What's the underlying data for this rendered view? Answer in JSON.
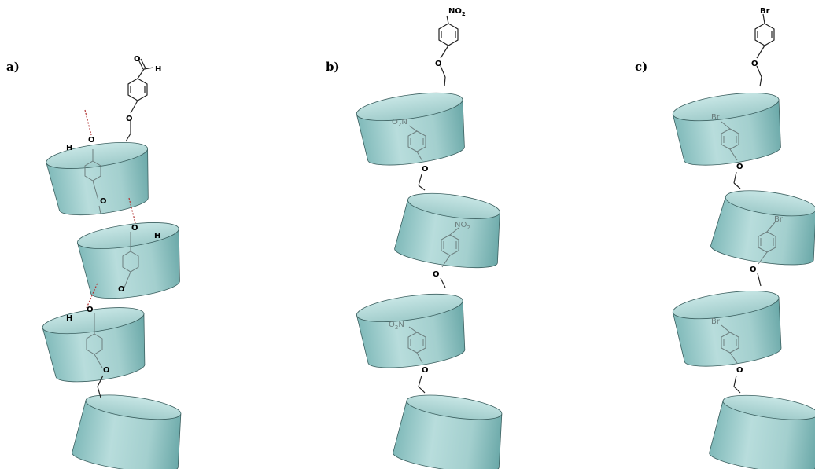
{
  "figure": {
    "panels": [
      {
        "label": "a)",
        "top_group": "CHO",
        "atoms": {
          "carbonyl_o": "O",
          "aldehyde_h": "H",
          "ether_o": "O",
          "hydroxyl_o": "O",
          "hydroxyl_h": "H"
        }
      },
      {
        "label": "b)",
        "top_group_main": "NO",
        "top_group_sub": "2",
        "included_left_main": "O",
        "included_left_sub": "2",
        "included_left_tail": "N",
        "included_right_main": "NO",
        "included_right_sub": "2",
        "atoms": {
          "ether_o": "O"
        }
      },
      {
        "label": "c)",
        "top_group": "Br",
        "included": "Br",
        "atoms": {
          "ether_o": "O"
        }
      }
    ]
  },
  "colors": {
    "cyclodextrin_fill": "#a9d3d2",
    "cyclodextrin_shade": "#6fb2b2",
    "cyclodextrin_rim": "#2f4f4f",
    "hbond": "#b03030",
    "bond": "#222222",
    "included_bond": "#6c7e7e"
  }
}
